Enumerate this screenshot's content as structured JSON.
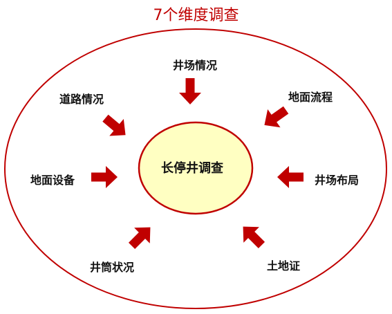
{
  "title": "7个维度调查",
  "center": "长停井调查",
  "dimensions": [
    {
      "id": "well-site-condition",
      "label": "井场情况"
    },
    {
      "id": "ground-process",
      "label": "地面流程"
    },
    {
      "id": "well-site-layout",
      "label": "井场布局"
    },
    {
      "id": "land-certificate",
      "label": "土地证"
    },
    {
      "id": "wellbore-condition",
      "label": "井筒状况"
    },
    {
      "id": "ground-equipment",
      "label": "地面设备"
    },
    {
      "id": "road-condition",
      "label": "道路情况"
    }
  ],
  "colors": {
    "title": "#c00000",
    "outer_ring": "#c00000",
    "arrow": "#c00000",
    "center_fill": "#ffffc2",
    "center_stroke": "#c00000",
    "text": "#111111"
  }
}
